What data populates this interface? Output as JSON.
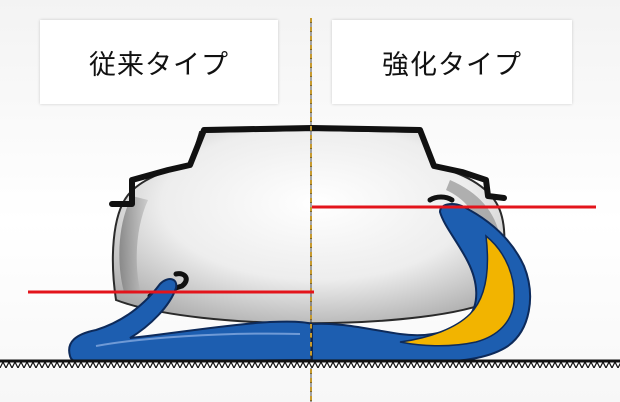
{
  "labels": {
    "left": "従来タイプ",
    "right": "強化タイプ"
  },
  "colors": {
    "rubber": "#1d5eb0",
    "rubber_edge": "#0d2a5a",
    "reinforcement": "#f2b400",
    "rim": "#111111",
    "wheel_light": "#ffffff",
    "wheel_dark": "#a5a5a5",
    "height_line": "#e3141b",
    "divider": "#c79a2c",
    "ground": "#111111"
  },
  "icons": {
    "divider": "dashed-divider-line",
    "ground": "ground-hatch-pattern"
  }
}
